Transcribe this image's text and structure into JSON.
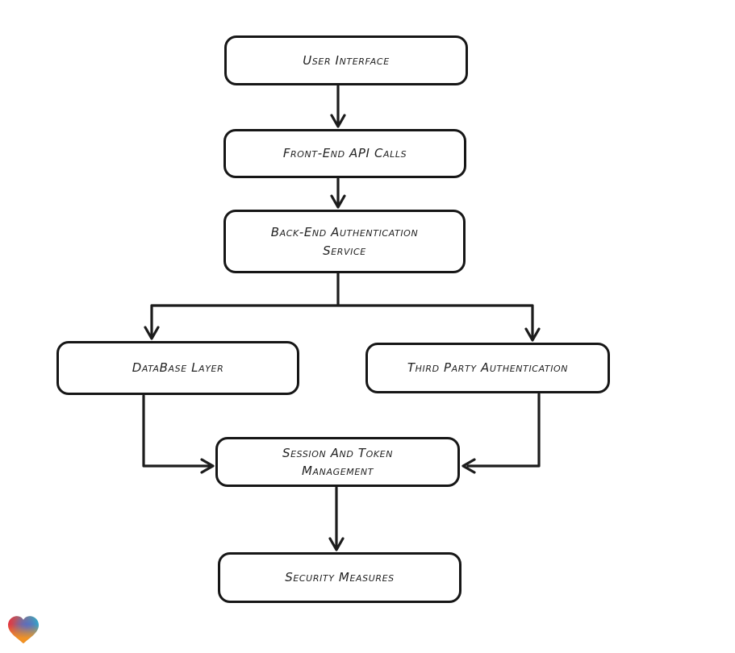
{
  "page": {
    "background": "#ffffff"
  },
  "diagram": {
    "type": "flowchart",
    "nodes": [
      {
        "id": "user-interface",
        "label": "User Interface"
      },
      {
        "id": "front-end-api-calls",
        "label": "Front-End API Calls"
      },
      {
        "id": "back-end-authentication-service",
        "label": "Back-End Authentication Service"
      },
      {
        "id": "database-layer",
        "label": "DataBase Layer"
      },
      {
        "id": "third-party-authentication",
        "label": "Third Party Authentication"
      },
      {
        "id": "session-and-token-management",
        "label": "Session And Token Management"
      },
      {
        "id": "security-measures",
        "label": "Security Measures"
      }
    ],
    "edges": [
      {
        "from": "user-interface",
        "to": "front-end-api-calls"
      },
      {
        "from": "front-end-api-calls",
        "to": "back-end-authentication-service"
      },
      {
        "from": "back-end-authentication-service",
        "to": "database-layer"
      },
      {
        "from": "back-end-authentication-service",
        "to": "third-party-authentication"
      },
      {
        "from": "database-layer",
        "to": "session-and-token-management"
      },
      {
        "from": "third-party-authentication",
        "to": "session-and-token-management"
      },
      {
        "from": "session-and-token-management",
        "to": "security-measures"
      }
    ],
    "style": {
      "stroke_color": "#1c1c1c",
      "node_fill": "#ffffff",
      "node_border": "#161616"
    },
    "logo": {
      "icon": "heart-icon",
      "colors": {
        "red": "#e63440",
        "teal": "#2cb3c9",
        "blue": "#4a63d8",
        "orange": "#f7941e"
      }
    }
  }
}
